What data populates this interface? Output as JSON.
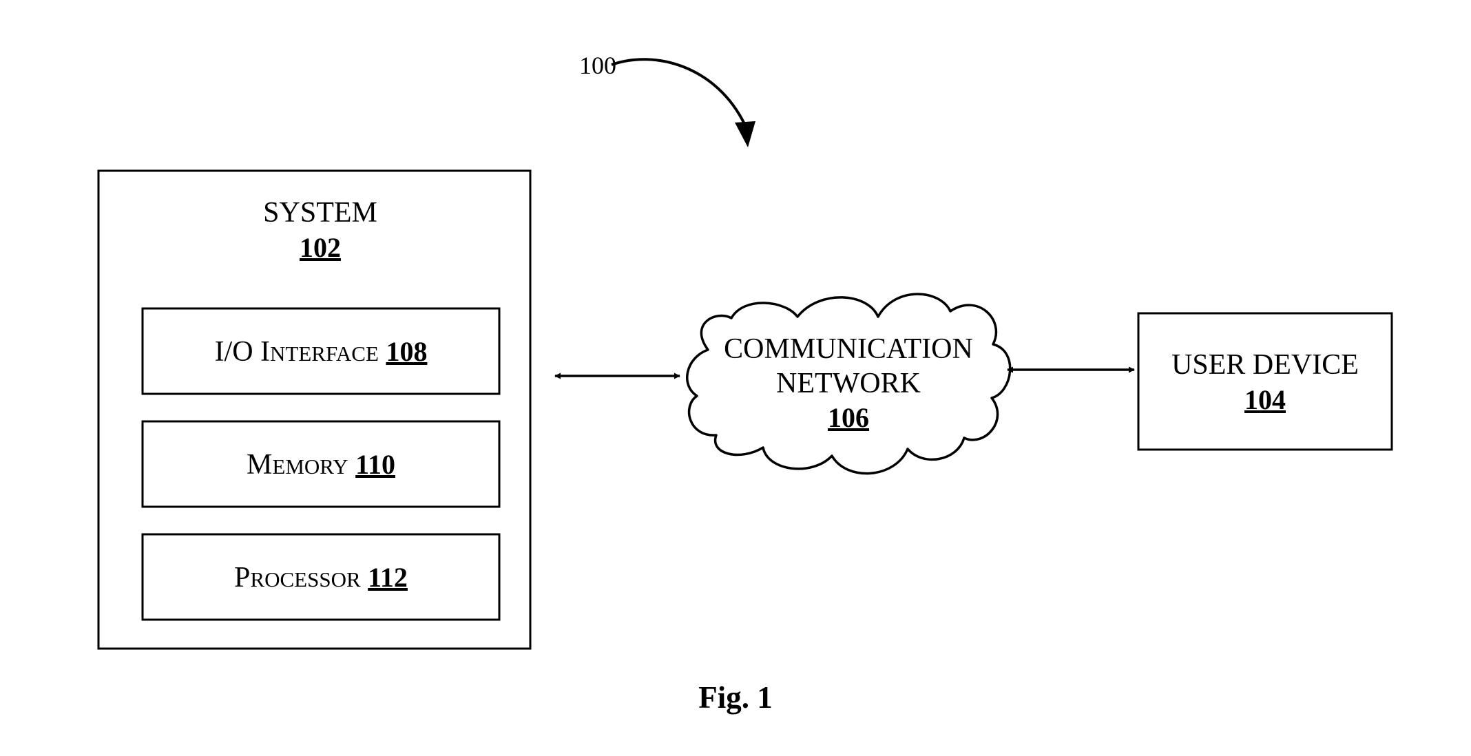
{
  "figure": {
    "ref_number": "100",
    "caption": "Fig. 1"
  },
  "system": {
    "label": "SYSTEM",
    "number": "102",
    "components": [
      {
        "cap": "I/O I",
        "small": "NTERFACE",
        "number": "108"
      },
      {
        "cap": "M",
        "small": "EMORY",
        "number": "110"
      },
      {
        "cap": "P",
        "small": "ROCESSOR",
        "number": "112"
      }
    ]
  },
  "network": {
    "label_line1": "COMMUNICATION",
    "label_line2": "NETWORK",
    "number": "106"
  },
  "user_device": {
    "label": "USER DEVICE",
    "number": "104"
  }
}
